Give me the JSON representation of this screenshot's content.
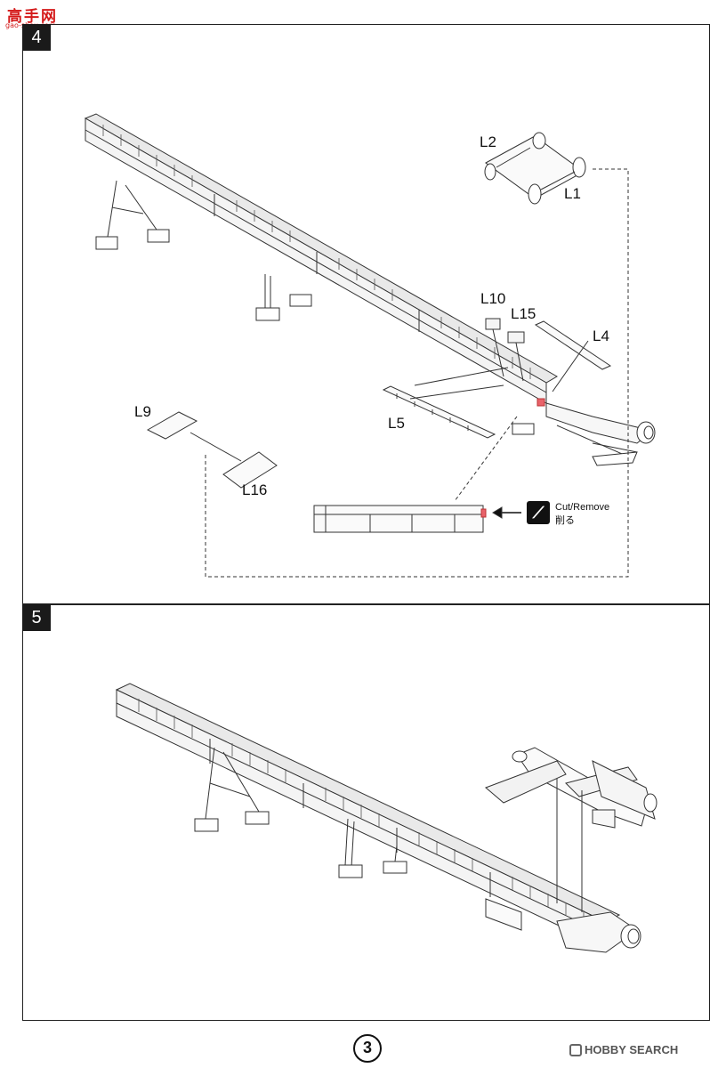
{
  "watermark": {
    "site_name": "高手网",
    "site_url": "gao-shou.com"
  },
  "step4": {
    "number": "4",
    "parts": {
      "l1": "L1",
      "l2": "L2",
      "l4": "L4",
      "l5": "L5",
      "l9": "L9",
      "l10": "L10",
      "l15": "L15",
      "l16": "L16"
    },
    "cut_instruction": {
      "text_en": "Cut/Remove",
      "text_jp": "削る"
    }
  },
  "step5": {
    "number": "5"
  },
  "footer": {
    "page_number": "3",
    "logo_text": "HOBBY SEARCH"
  }
}
